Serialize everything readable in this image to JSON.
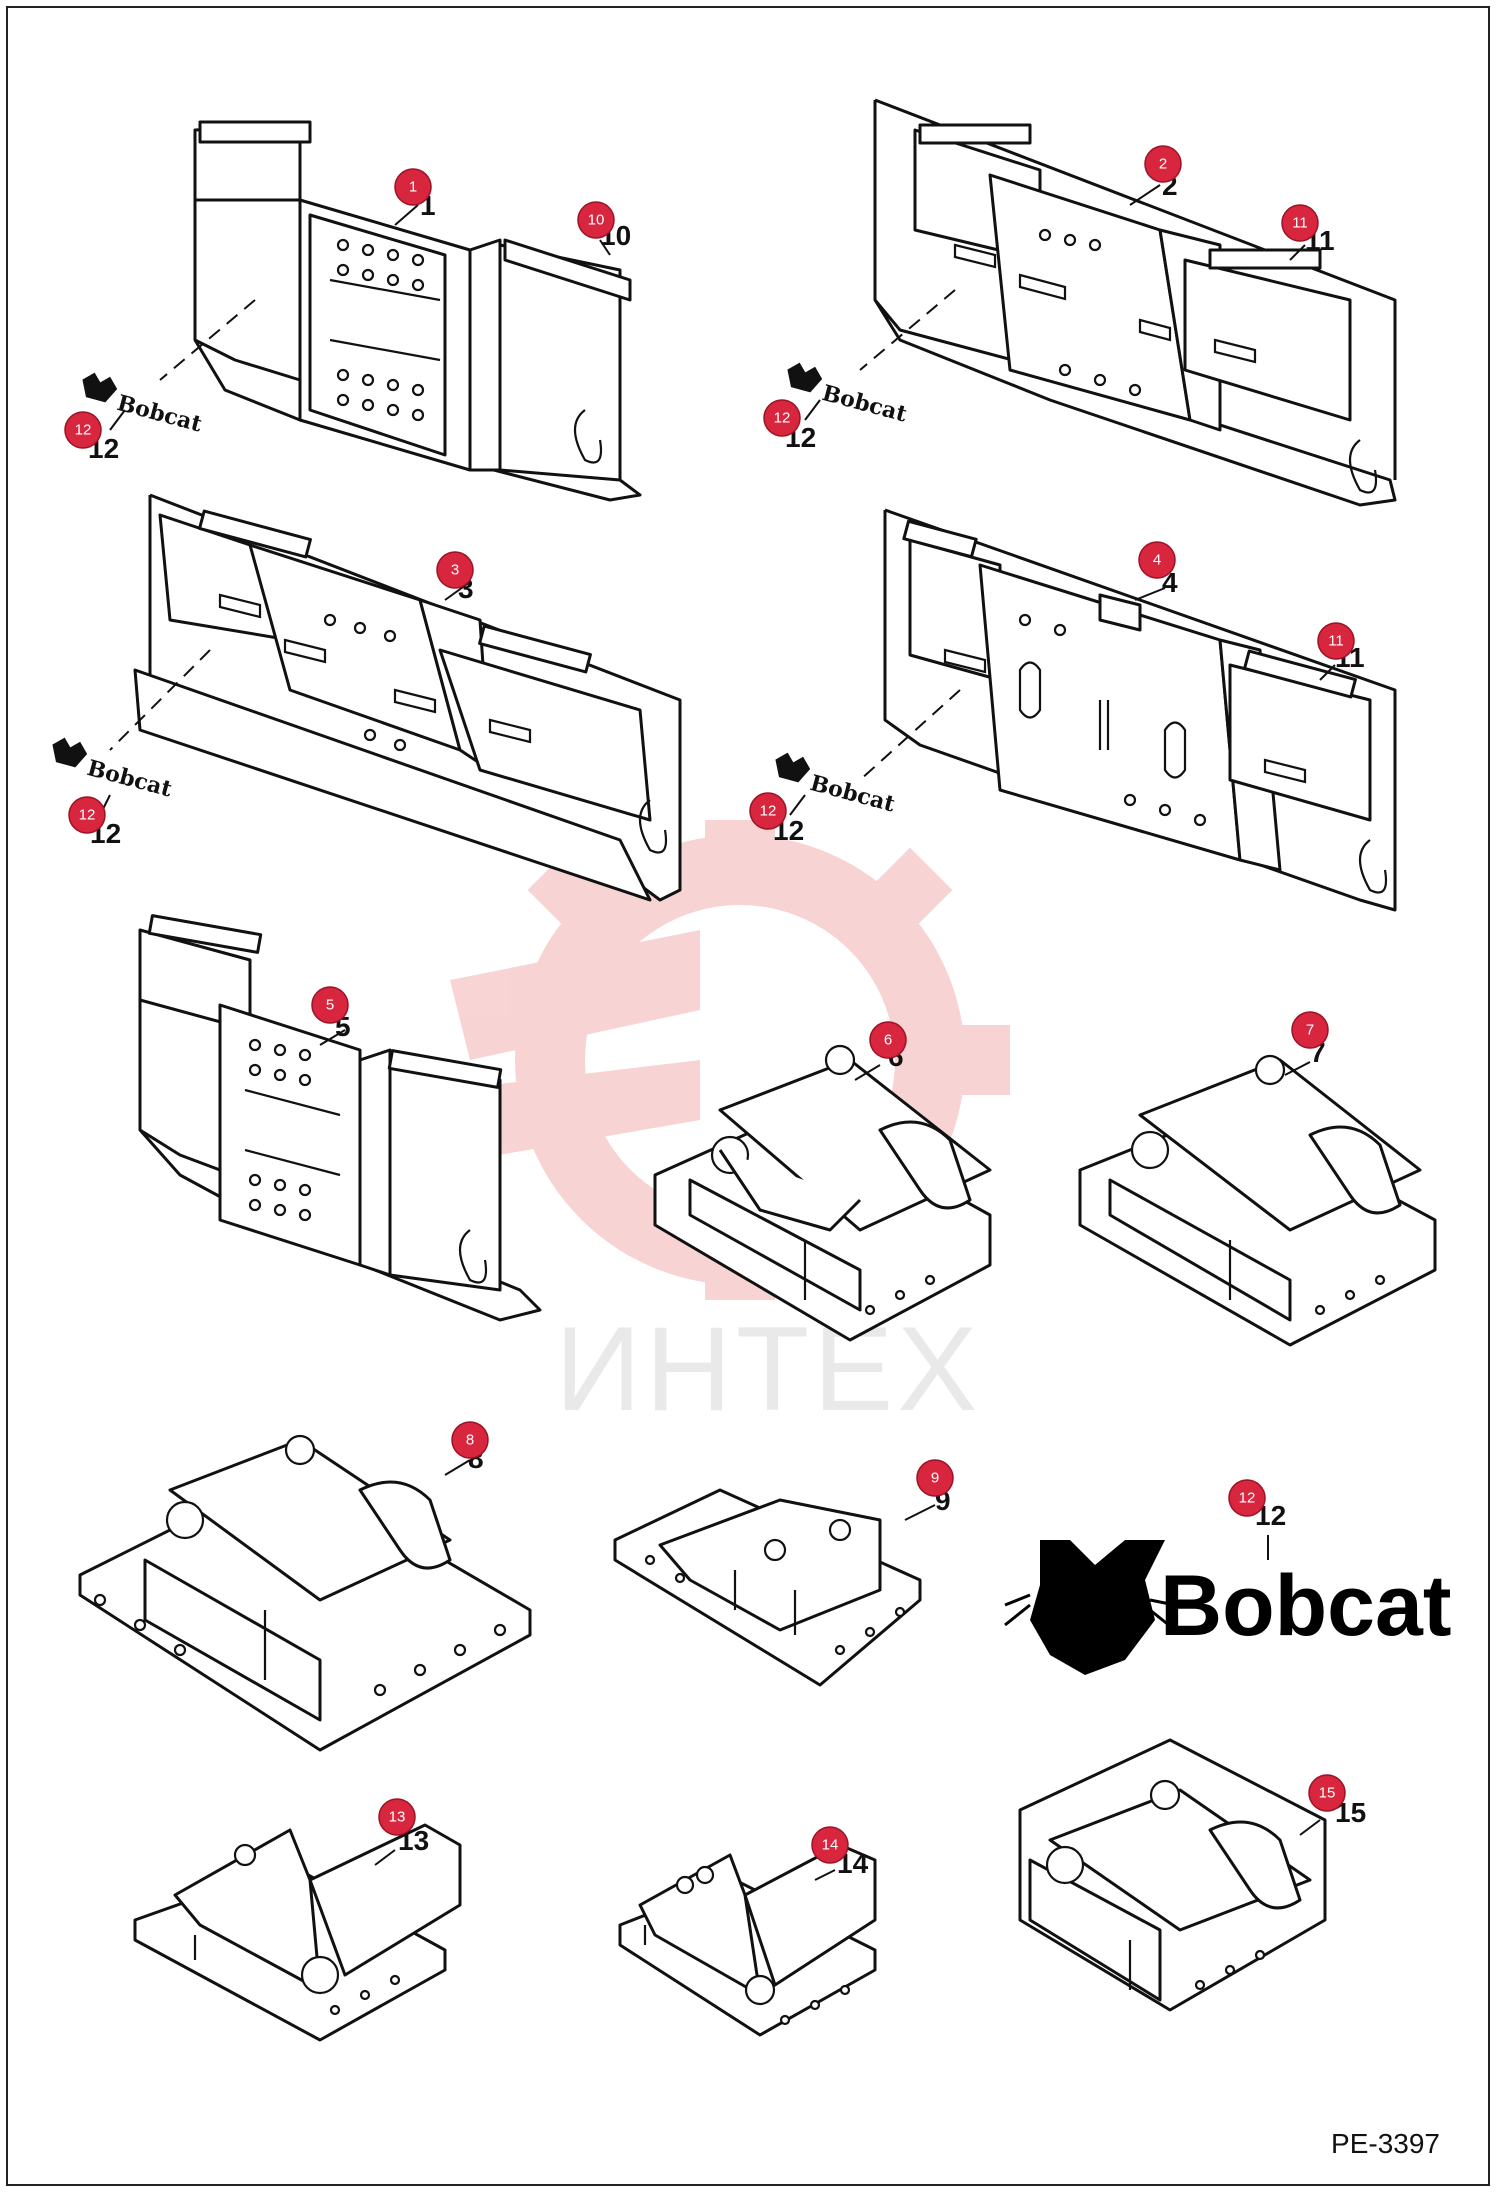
{
  "diagram": {
    "callouts": [
      {
        "id": "1",
        "label": "1"
      },
      {
        "id": "2",
        "label": "2"
      },
      {
        "id": "3",
        "label": "3"
      },
      {
        "id": "4",
        "label": "4"
      },
      {
        "id": "5",
        "label": "5"
      },
      {
        "id": "6",
        "label": "6"
      },
      {
        "id": "7",
        "label": "7"
      },
      {
        "id": "8",
        "label": "8"
      },
      {
        "id": "9",
        "label": "9"
      },
      {
        "id": "10",
        "label": "10"
      },
      {
        "id": "11",
        "label": "11"
      },
      {
        "id": "12",
        "label": "12"
      },
      {
        "id": "13",
        "label": "13"
      },
      {
        "id": "14",
        "label": "14"
      },
      {
        "id": "15",
        "label": "15"
      }
    ],
    "brand": "Bobcat",
    "watermark": "ИНТЕХ",
    "doc_code": "PE-3397",
    "colors": {
      "badge": "#d7263d",
      "line": "#111111",
      "watermark": "#f2a0a0"
    }
  }
}
